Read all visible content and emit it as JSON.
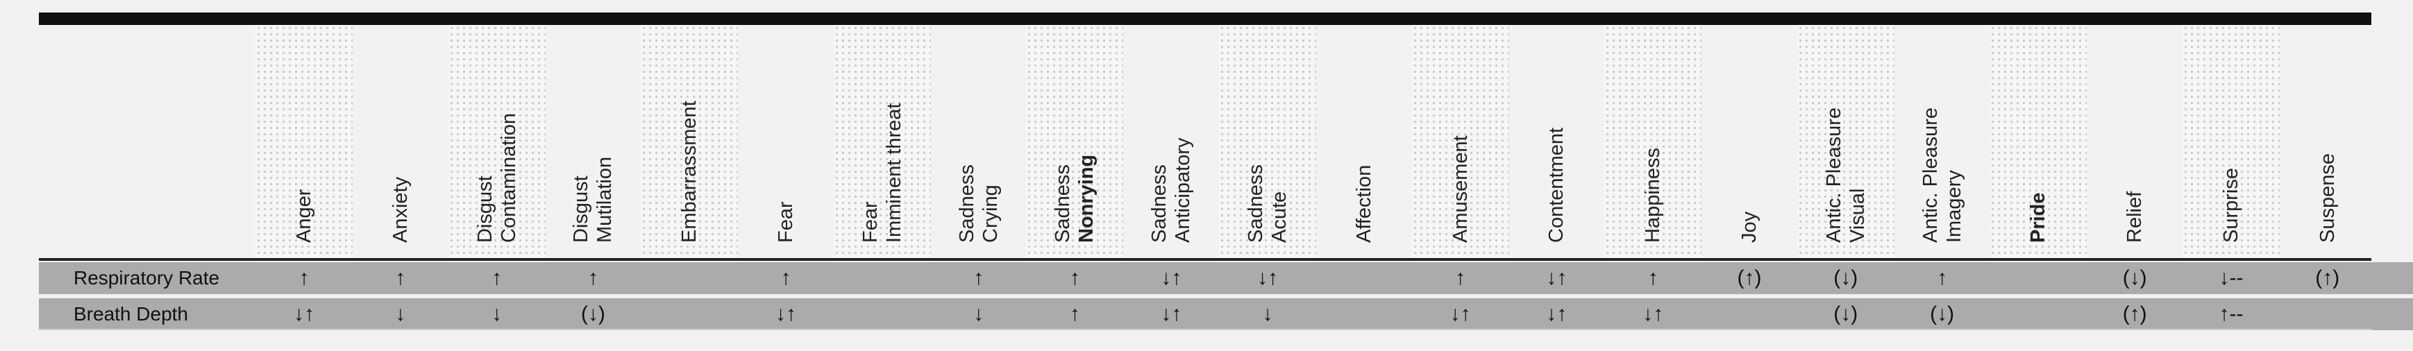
{
  "columns": [
    {
      "l1": "Anger",
      "l2": "",
      "dotted": true
    },
    {
      "l1": "Anxiety",
      "l2": "",
      "dotted": false
    },
    {
      "l1": "Disgust",
      "l2": "Contamination",
      "dotted": true
    },
    {
      "l1": "Disgust",
      "l2": "Mutilation",
      "dotted": false
    },
    {
      "l1": "Embarrassment",
      "l2": "",
      "dotted": true
    },
    {
      "l1": "Fear",
      "l2": "",
      "dotted": false
    },
    {
      "l1": "Fear",
      "l2": "Imminent threat",
      "dotted": true
    },
    {
      "l1": "Sadness",
      "l2": "Crying",
      "dotted": false
    },
    {
      "l1": "Sadness",
      "l2": "Nonrying",
      "dotted": true,
      "bold2": true
    },
    {
      "l1": "Sadness",
      "l2": "Anticipatory",
      "dotted": false
    },
    {
      "l1": "Sadness",
      "l2": "Acute",
      "dotted": true
    },
    {
      "l1": "Affection",
      "l2": "",
      "dotted": false
    },
    {
      "l1": "Amusement",
      "l2": "",
      "dotted": true
    },
    {
      "l1": "Contentment",
      "l2": "",
      "dotted": false
    },
    {
      "l1": "Happiness",
      "l2": "",
      "dotted": true
    },
    {
      "l1": "Joy",
      "l2": "",
      "dotted": false
    },
    {
      "l1": "Antic. Pleasure",
      "l2": "Visual",
      "dotted": true
    },
    {
      "l1": "Antic. Pleasure",
      "l2": "Imagery",
      "dotted": false
    },
    {
      "l1": "Pride",
      "l2": "",
      "dotted": true,
      "bold1": true
    },
    {
      "l1": "Relief",
      "l2": "",
      "dotted": false
    },
    {
      "l1": "Surprise",
      "l2": "",
      "dotted": true
    },
    {
      "l1": "Suspense",
      "l2": "",
      "dotted": false
    }
  ],
  "rows": [
    {
      "label": "Respiratory Rate",
      "cells": [
        "↑",
        "↑",
        "↑",
        "↑",
        "",
        "↑",
        "",
        "↑",
        "↑",
        "↓↑",
        "↓↑",
        "",
        "↑",
        "↓↑",
        "↑",
        "(↑)",
        "(↓)",
        "↑",
        "",
        "(↓)",
        "↓--",
        "(↑)"
      ]
    },
    {
      "label": "Breath Depth",
      "cells": [
        "↓↑",
        "↓",
        "↓",
        "(↓)",
        "",
        "↓↑",
        "",
        "↓",
        "↑",
        "↓↑",
        "↓",
        "",
        "↓↑",
        "↓↑",
        "↓↑",
        "",
        "(↓)",
        "(↓)",
        "",
        "(↑)",
        "↑--",
        ""
      ]
    }
  ]
}
